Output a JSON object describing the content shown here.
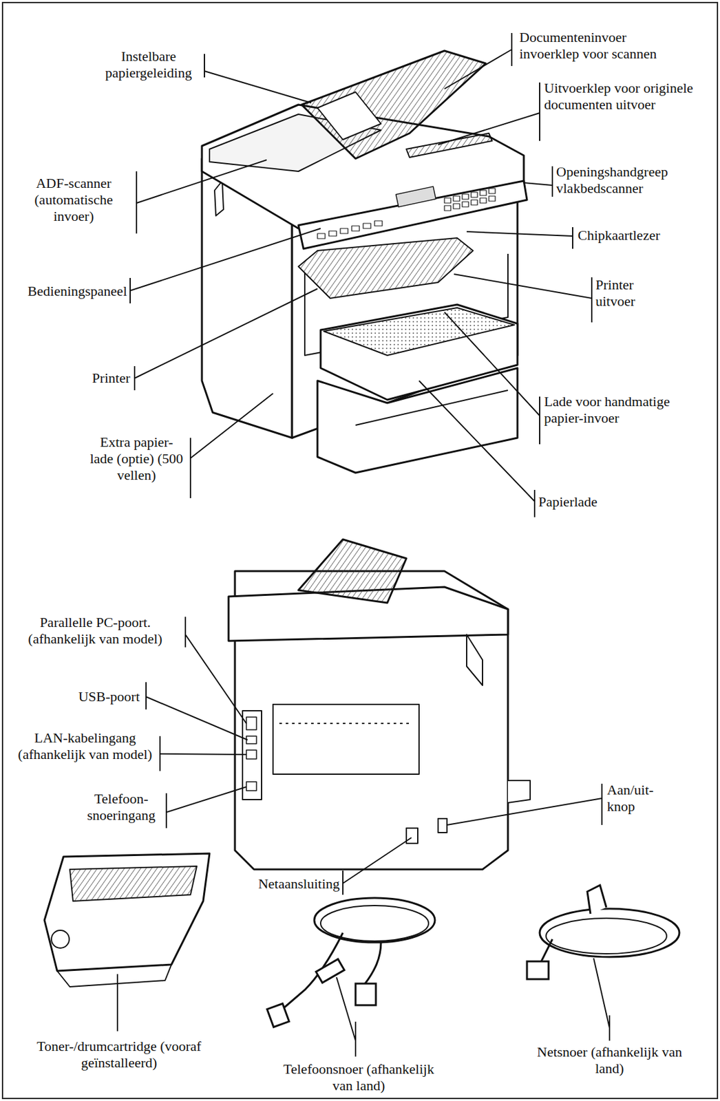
{
  "diagram": {
    "labels": [
      "Instelbare papiergeleiding",
      "Documenteninvoer invoerklep voor scannen",
      "Uitvoerklep voor originele documenten uitvoer",
      "ADF-scanner (automatische invoer)",
      "Openingshandgreep vlakbedscanner",
      "Chipkaartlezer",
      "Bedieningspaneel",
      "Printer uitvoer",
      "Printer",
      "Lade voor handmatige papier-invoer",
      "Extra papier- lade (optie) (500 vellen)",
      "Papierlade",
      "Parallelle PC-poort. (afhankelijk van model)",
      "USB-poort",
      "LAN-kabelingang (afhankelijk van model)",
      "Telefoon- snoeringang",
      "Aan/uit- knop",
      "Netaansluiting",
      "Toner-/drumcartridge (vooraf geïnstalleerd)",
      "Telefoonsnoer (afhankelijk van land)",
      "Netsnoer (afhankelijk van land)"
    ]
  }
}
